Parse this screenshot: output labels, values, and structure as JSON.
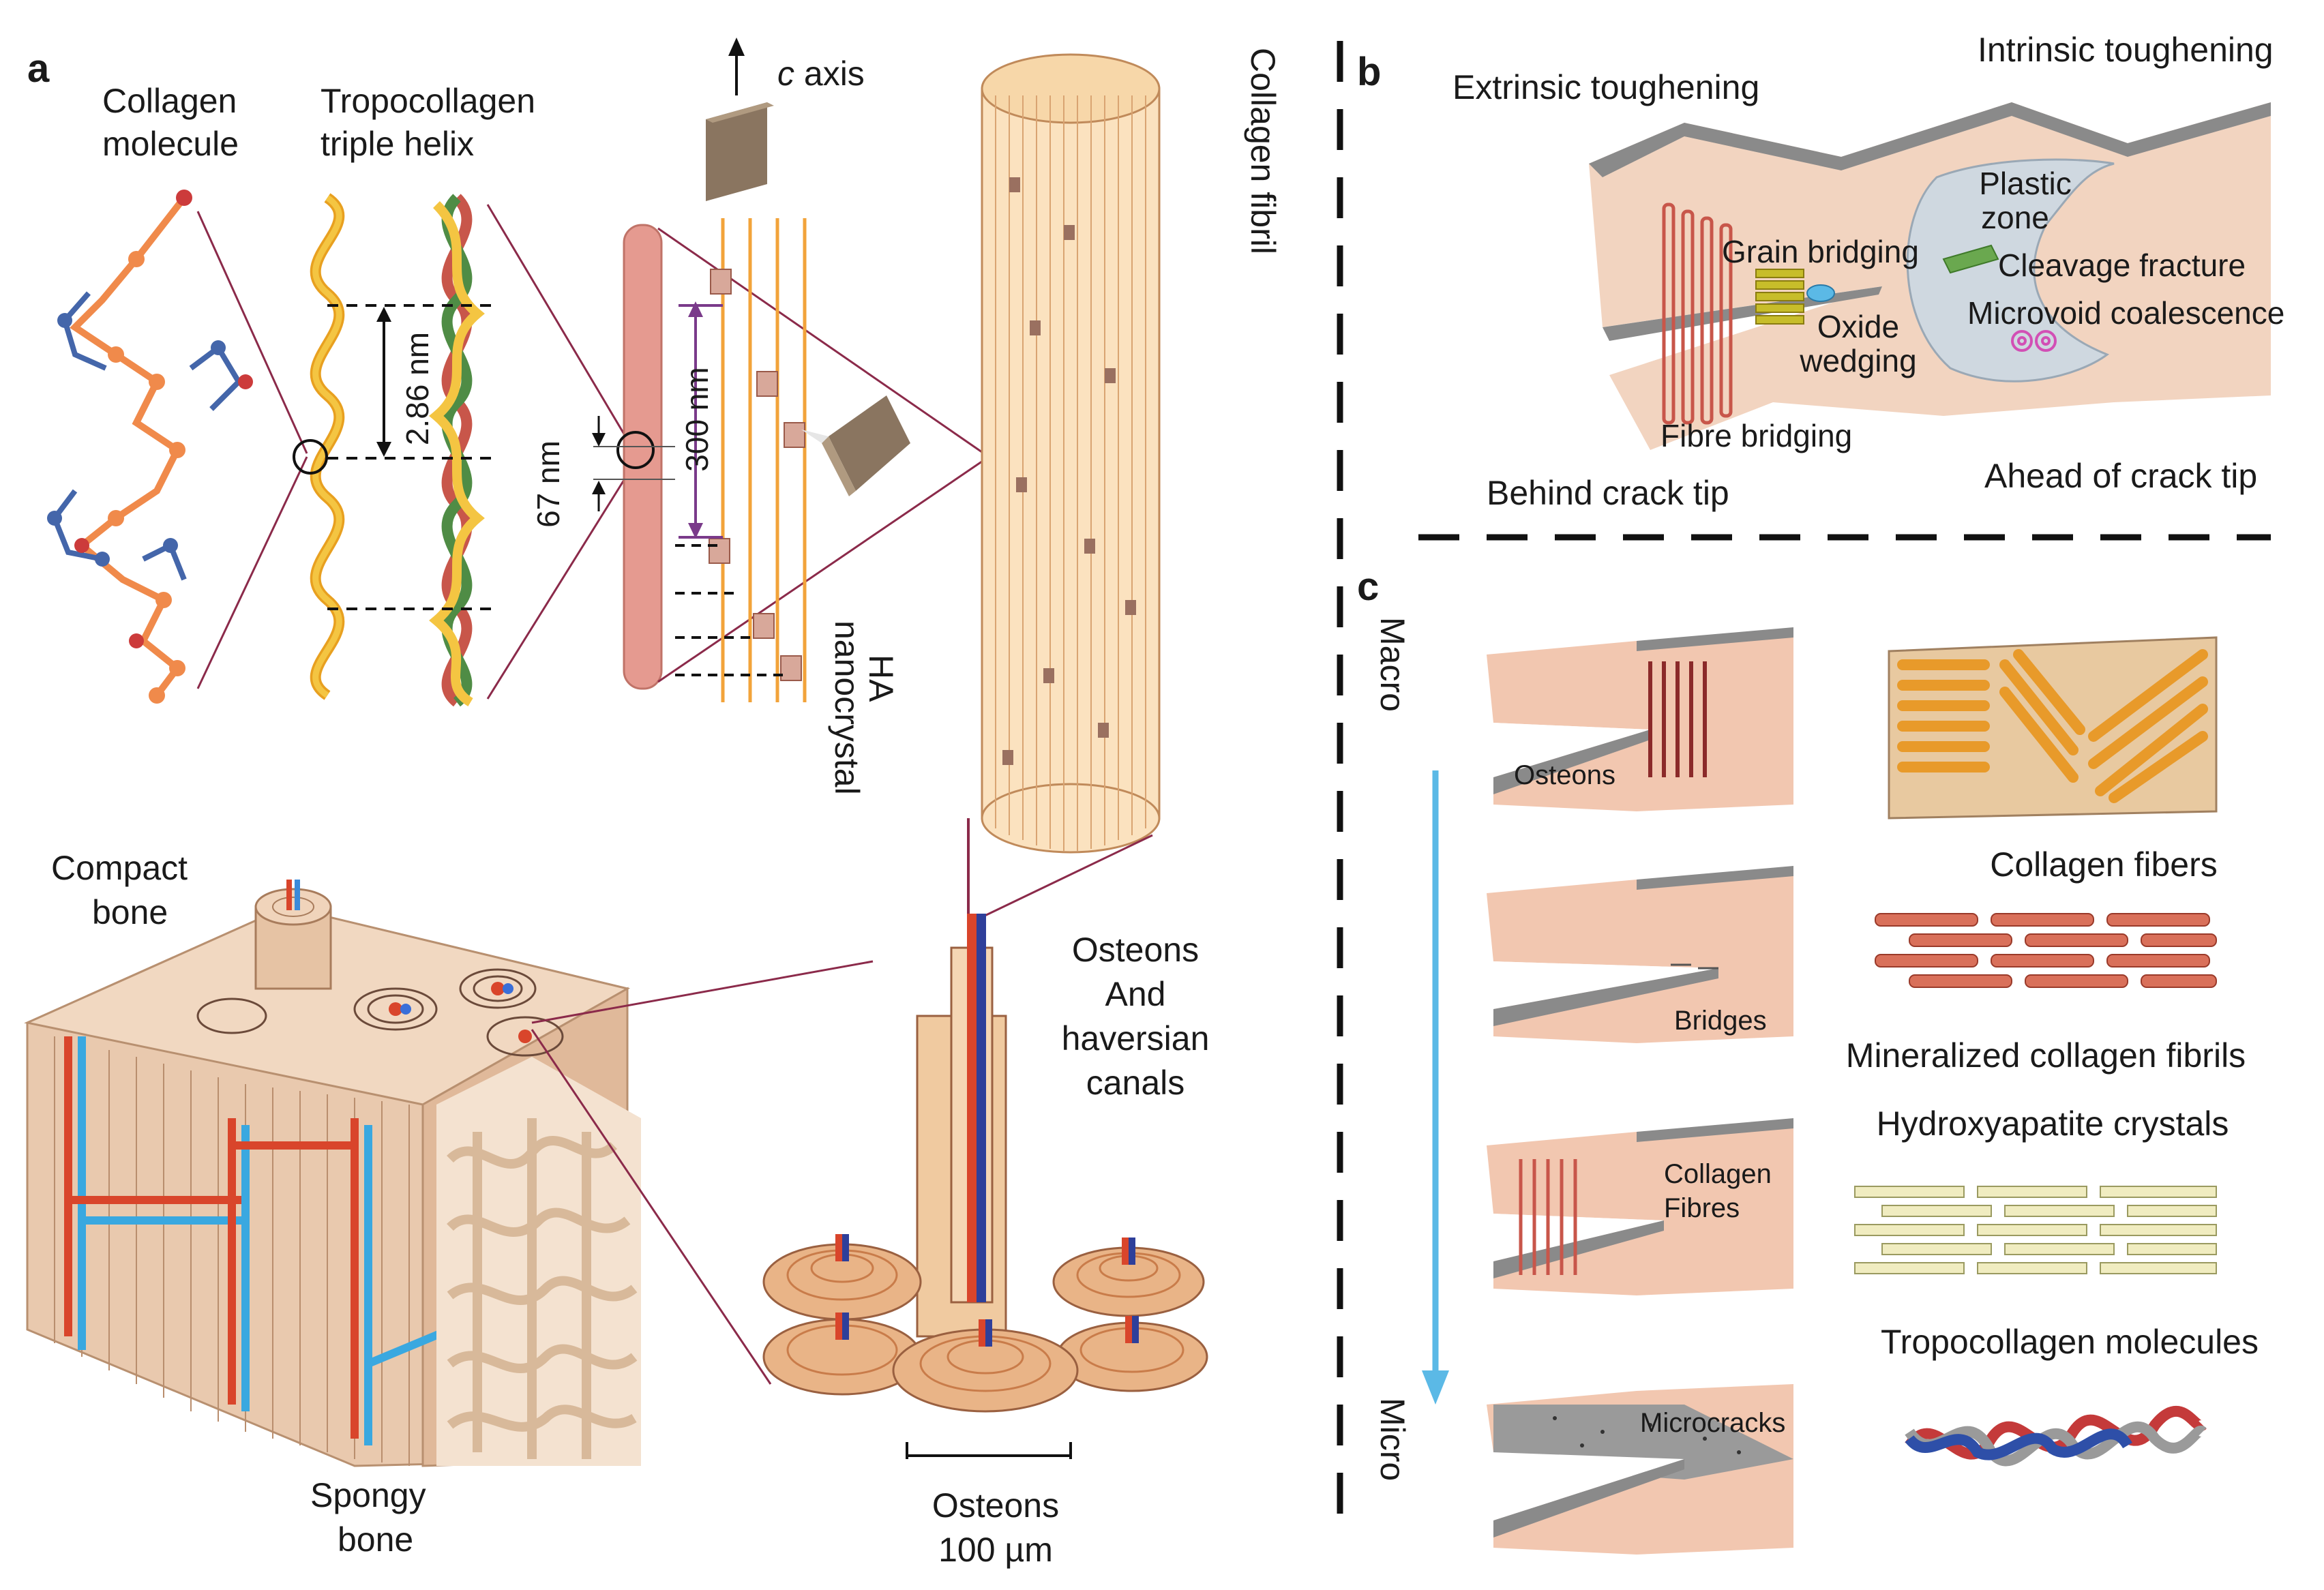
{
  "panel_a": {
    "letter": "a",
    "collagen_molecule": [
      "Collagen",
      "molecule"
    ],
    "tropocollagen": [
      "Tropocollagen",
      "triple helix"
    ],
    "dim_286": "2.86 nm",
    "c_axis_c": "c",
    "c_axis_rest": " axis",
    "dim_67": "67 nm",
    "dim_300": "300 nm",
    "ha_nanocrystal": [
      "HA",
      "nanocrystal"
    ],
    "collagen_fibril": "Collagen fibril",
    "compact_bone": [
      "Compact",
      "bone"
    ],
    "spongy_bone": [
      "Spongy",
      "bone"
    ],
    "osteons_canals": [
      "Osteons",
      "And",
      "haversian",
      "canals"
    ],
    "osteons_scale": [
      "Osteons",
      "100 µm"
    ]
  },
  "panel_b": {
    "letter": "b",
    "extrinsic": "Extrinsic toughening",
    "intrinsic": "Intrinsic toughening",
    "plastic_zone": [
      "Plastic",
      "zone"
    ],
    "grain_bridging": "Grain bridging",
    "cleavage_fracture": "Cleavage fracture",
    "oxide_wedging": [
      "Oxide",
      "wedging"
    ],
    "microvoid": "Microvoid coalescence",
    "fibre_bridging": "Fibre bridging",
    "behind_crack_tip": "Behind crack tip",
    "ahead_crack_tip": "Ahead of crack tip"
  },
  "panel_c": {
    "letter": "c",
    "macro": "Macro",
    "micro": "Micro",
    "osteons": "Osteons",
    "bridges": "Bridges",
    "collagen_fibres": [
      "Collagen",
      "Fibres"
    ],
    "microcracks": "Microcracks",
    "collagen_fibers": "Collagen fibers",
    "mineralized_fibrils": "Mineralized collagen fibrils",
    "hydroxyapatite": "Hydroxyapatite crystals",
    "tropocollagen_molecules": "Tropocollagen molecules"
  },
  "colors": {
    "bone": "#f3d6bf",
    "bone_dark": "#c9a284",
    "fiber_orange": "#f2a33a",
    "collagen_red": "#c8564a",
    "helix_yellow": "#f4c542",
    "helix_green": "#4f8c45",
    "vessel_red": "#d9452b",
    "vessel_blue": "#3aa8e0",
    "arrow_cyan": "#5bb9e6",
    "grain_yellow": "#c7bd2a",
    "cleavage_green": "#6aa84f",
    "void_pink": "#d24fb5",
    "gray_edge": "#8a8a8a"
  }
}
